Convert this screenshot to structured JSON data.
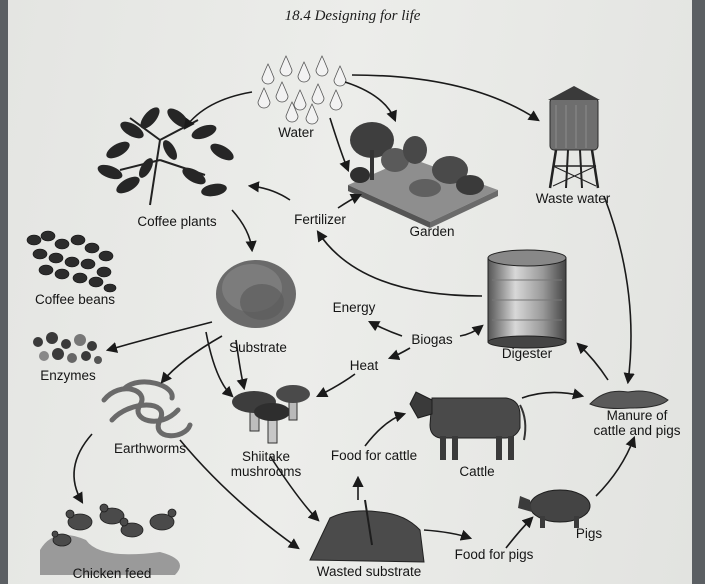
{
  "header": "18.4  Designing for life",
  "nodes": {
    "water": "Water",
    "garden": "Garden",
    "waste_water": "Waste water",
    "coffee_plants": "Coffee plants",
    "fertilizer": "Fertilizer",
    "coffee_beans": "Coffee beans",
    "substrate": "Substrate",
    "energy": "Energy",
    "biogas": "Biogas",
    "digester": "Digester",
    "heat": "Heat",
    "enzymes": "Enzymes",
    "earthworms": "Earthworms",
    "shiitake_line1": "Shiitake",
    "shiitake_line2": "mushrooms",
    "food_for_cattle": "Food for cattle",
    "cattle": "Cattle",
    "manure_line1": "Manure of",
    "manure_line2": "cattle and pigs",
    "pigs": "Pigs",
    "food_for_pigs": "Food for pigs",
    "chicken_feed": "Chicken feed",
    "wasted_substrate": "Wasted substrate"
  },
  "colors": {
    "page": "#e8e9e6",
    "ink": "#151515",
    "arrow": "#1a1a1a",
    "background": "#5b5f63"
  }
}
